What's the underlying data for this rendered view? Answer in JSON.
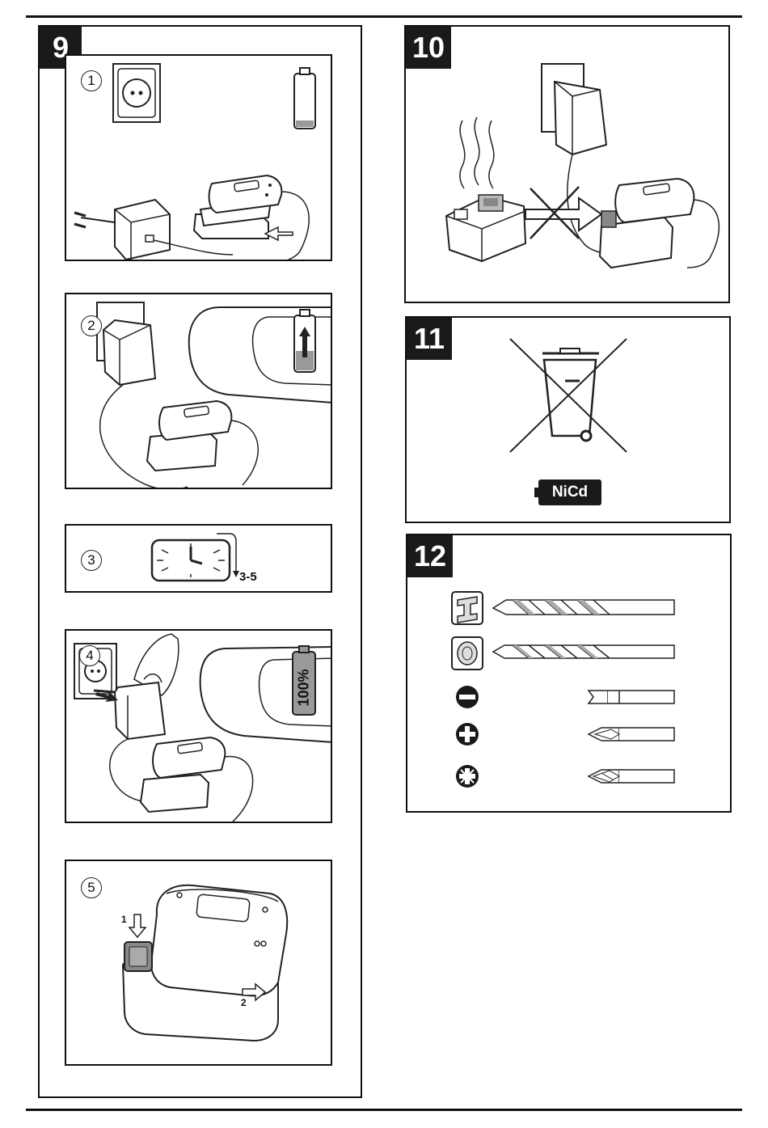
{
  "figures": {
    "f9": {
      "number": "9"
    },
    "f10": {
      "number": "10"
    },
    "f11": {
      "number": "11"
    },
    "f12": {
      "number": "12"
    }
  },
  "steps": {
    "s1": "1",
    "s2": "2",
    "s3": "3",
    "s4": "4",
    "s5": "5"
  },
  "charge_time": "3-5",
  "full_label": "100%",
  "battery_type": "NiCd",
  "insert_arrows": {
    "down": "1",
    "right": "2"
  }
}
